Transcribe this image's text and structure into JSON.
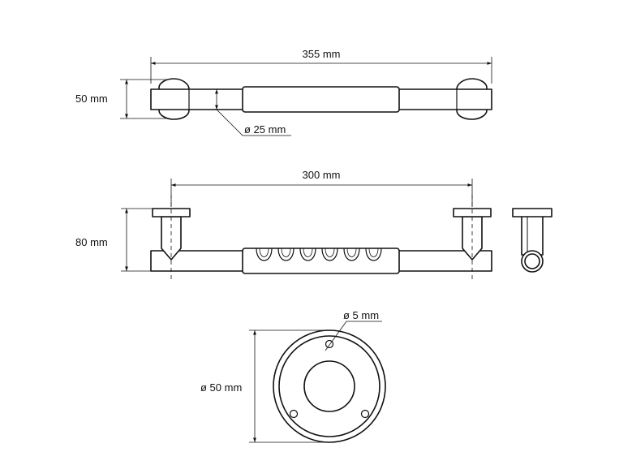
{
  "views": {
    "top": {
      "length_label": "355 mm",
      "height_label": "50 mm",
      "diameter_label": "ø 25 mm"
    },
    "front": {
      "length_label": "300 mm",
      "height_label": "80 mm"
    },
    "rosette": {
      "hole_label": "ø 5 mm",
      "diameter_label": "ø 50 mm"
    }
  }
}
